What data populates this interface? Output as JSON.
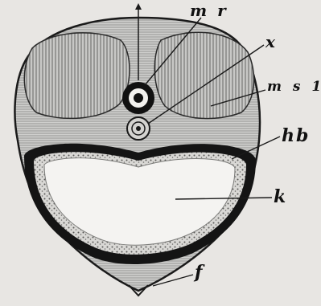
{
  "labels": {
    "mr": "m r",
    "x": "x",
    "ms1": "m s 1",
    "hb": "hb",
    "k": "k",
    "f": "f"
  },
  "colors": {
    "background": "#e8e6e3",
    "tissue_fill": "#b9b9b7",
    "muscle_fill": "#9e9e9c",
    "outline": "#1a1a1a",
    "cavity_fill": "#f4f3f1",
    "wall_dark": "#141414",
    "stipple": "#8a8a88"
  }
}
